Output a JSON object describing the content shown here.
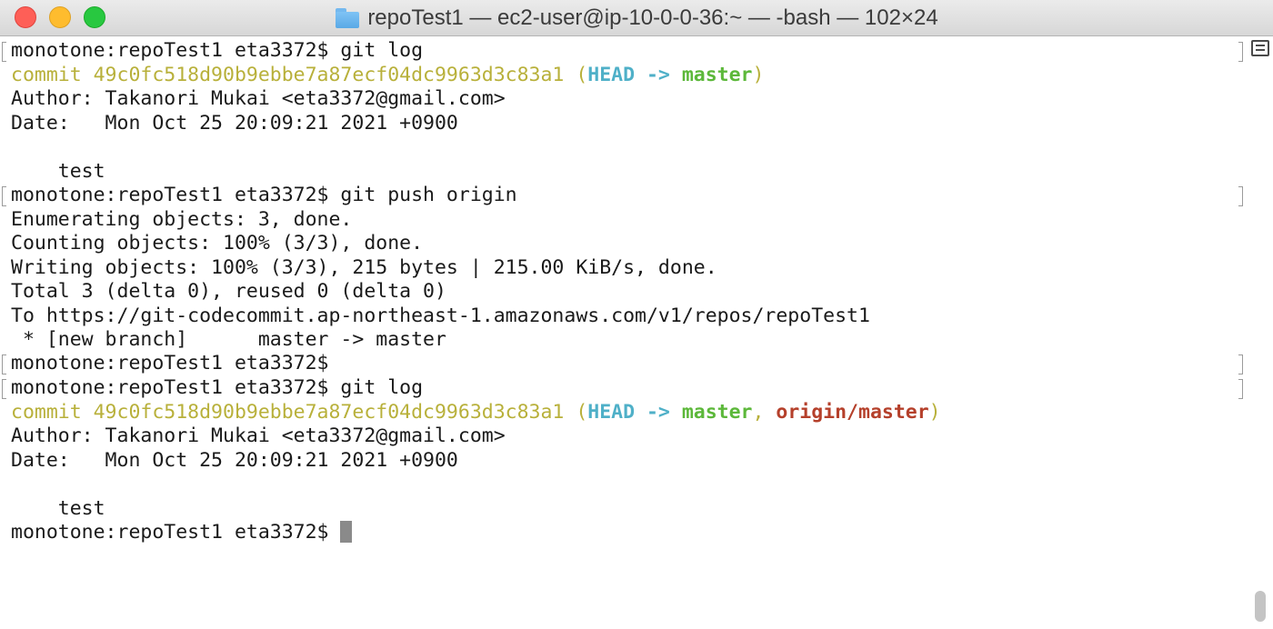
{
  "window": {
    "title": "repoTest1 — ec2-user@ip-10-0-0-36:~ — -bash — 102×24",
    "folder_icon": "folder-icon"
  },
  "terminal": {
    "colors": {
      "commit": "#b8b03a",
      "head": "#4fb0c8",
      "branch": "#5cb83a",
      "remote": "#b5402b",
      "text": "#1a1a1a"
    },
    "lines": {
      "l1_prompt": "monotone:repoTest1 eta3372$ git log",
      "l2_commit": "commit 49c0fc518d90b9ebbe7a87ecf04dc9963d3c83a1",
      "l2_open": " (",
      "l2_head": "HEAD -> ",
      "l2_branch": "master",
      "l2_close": ")",
      "l3_author": "Author: Takanori Mukai <eta3372@gmail.com>",
      "l4_date": "Date:   Mon Oct 25 20:09:21 2021 +0900",
      "l5_blank": "",
      "l6_msg": "    test",
      "l7_prompt": "monotone:repoTest1 eta3372$ git push origin",
      "l8": "Enumerating objects: 3, done.",
      "l9": "Counting objects: 100% (3/3), done.",
      "l10": "Writing objects: 100% (3/3), 215 bytes | 215.00 KiB/s, done.",
      "l11": "Total 3 (delta 0), reused 0 (delta 0)",
      "l12": "To https://git-codecommit.ap-northeast-1.amazonaws.com/v1/repos/repoTest1",
      "l13": " * [new branch]      master -> master",
      "l14_prompt": "monotone:repoTest1 eta3372$",
      "l15_prompt": "monotone:repoTest1 eta3372$ git log",
      "l16_commit": "commit 49c0fc518d90b9ebbe7a87ecf04dc9963d3c83a1",
      "l16_open": " (",
      "l16_head": "HEAD -> ",
      "l16_branch": "master",
      "l16_sep": ", ",
      "l16_remote": "origin/master",
      "l16_close": ")",
      "l17_author": "Author: Takanori Mukai <eta3372@gmail.com>",
      "l18_date": "Date:   Mon Oct 25 20:09:21 2021 +0900",
      "l19_blank": "",
      "l20_msg": "    test",
      "l21_prompt": "monotone:repoTest1 eta3372$ "
    }
  }
}
